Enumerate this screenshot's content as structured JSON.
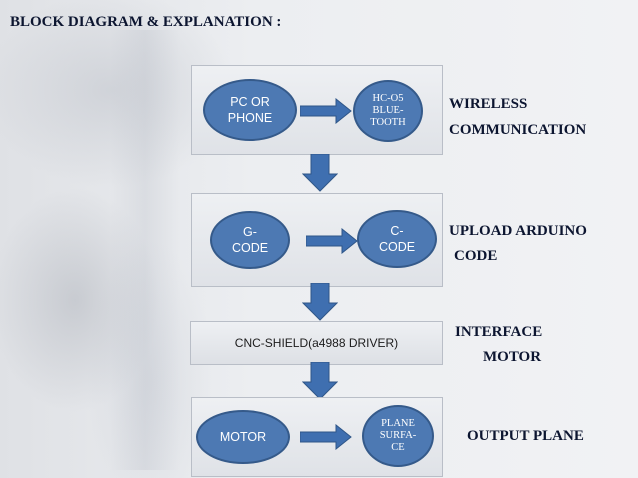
{
  "title": "BLOCK DIAGRAM & EXPLANATION :",
  "blocks": [
    {
      "left": "PC OR\nPHONE",
      "right": "HC-O5\nBLUE-\nTOOTH",
      "side": [
        "WIRELESS",
        "COMMUNICATION"
      ]
    },
    {
      "left": "G-\nCODE",
      "right": "C-\nCODE",
      "side": [
        "UPLOAD ARDUINO",
        "CODE"
      ]
    },
    {
      "center": "CNC-SHIELD(a4988 DRIVER)",
      "side": [
        "INTERFACE",
        "MOTOR"
      ]
    },
    {
      "left": "MOTOR",
      "right": "PLANE\nSURFA-\nCE",
      "side": [
        "OUTPUT PLANE"
      ]
    }
  ],
  "colors": {
    "node_fill": "#4d79b3",
    "arrow_fill": "#3f6fb0",
    "text_dark": "#0c1530"
  }
}
